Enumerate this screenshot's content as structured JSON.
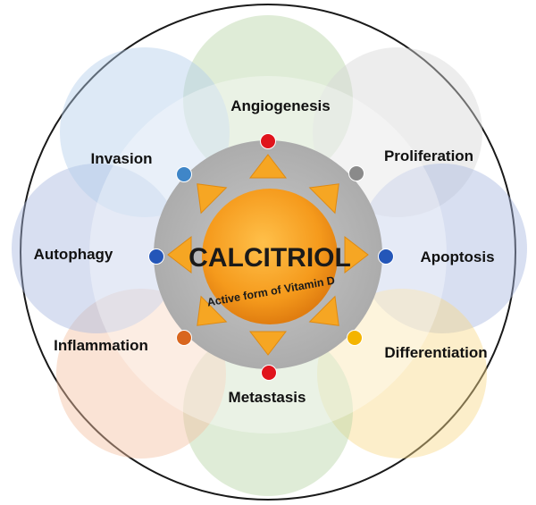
{
  "center": {
    "title": "CALCITRIOL",
    "subtitle": "Active form of Vitamin D",
    "fill": "#f39a1e"
  },
  "processes": [
    {
      "id": "angiogenesis",
      "label": "Angiogenesis",
      "dot_color": "#e0141c",
      "petal_color": "#b9d4a6"
    },
    {
      "id": "proliferation",
      "label": "Proliferation",
      "dot_color": "#8a8a8a",
      "petal_color": "#d6d6d6"
    },
    {
      "id": "apoptosis",
      "label": "Apoptosis",
      "dot_color": "#2456b8",
      "petal_color": "#a9b9e0"
    },
    {
      "id": "differentiation",
      "label": "Differentiation",
      "dot_color": "#f4b400",
      "petal_color": "#f8d98a"
    },
    {
      "id": "metastasis",
      "label": "Metastasis",
      "dot_color": "#e0141c",
      "petal_color": "#b9d4a6"
    },
    {
      "id": "inflammation",
      "label": "Inflammation",
      "dot_color": "#d9661e",
      "petal_color": "#f3c2a1"
    },
    {
      "id": "autophagy",
      "label": "Autophagy",
      "dot_color": "#2456b8",
      "petal_color": "#a9b9e0"
    },
    {
      "id": "invasion",
      "label": "Invasion",
      "dot_color": "#3f86c8",
      "petal_color": "#b4cfec"
    }
  ],
  "colors": {
    "arrow": "#f6a623",
    "inner_disc": "#b5b5b5",
    "ring": "#1a1a1a"
  }
}
